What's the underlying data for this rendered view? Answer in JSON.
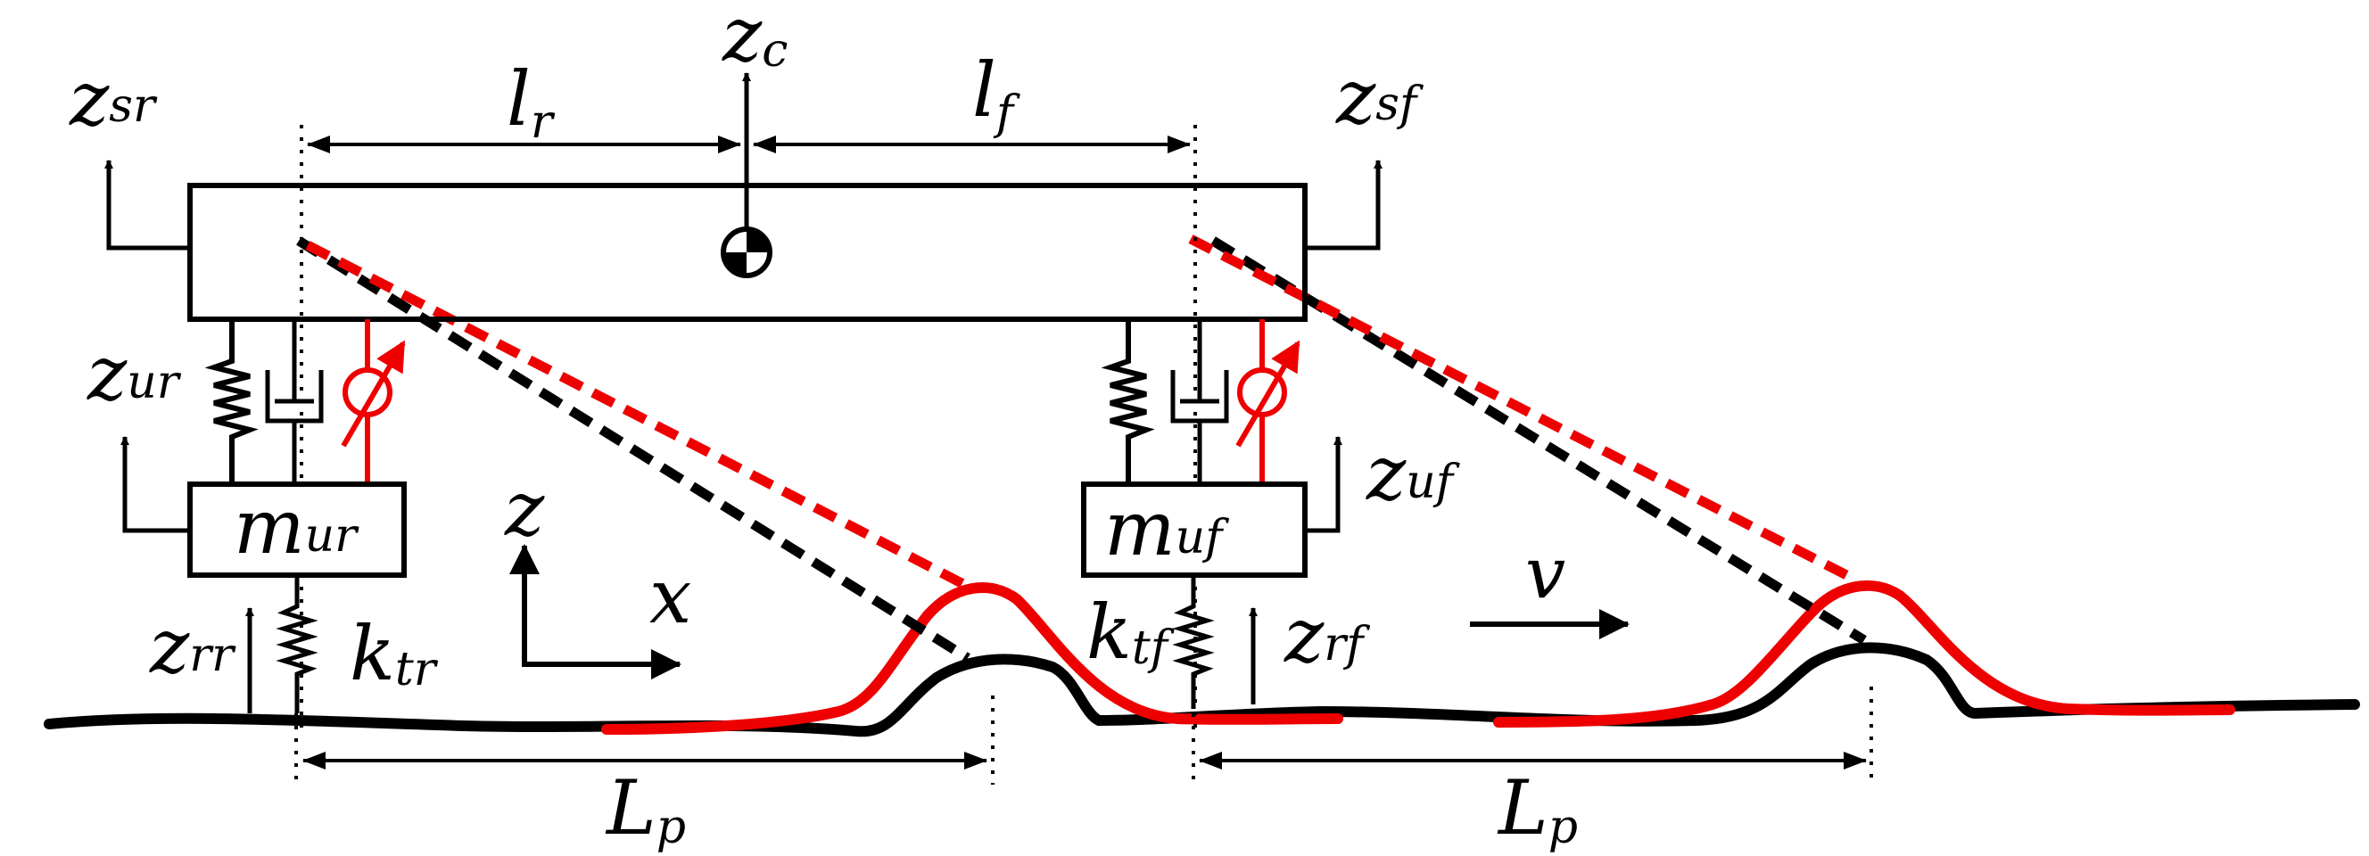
{
  "colors": {
    "ink": "#000000",
    "active": "#ee0000"
  },
  "labels": {
    "z_c": {
      "base": "z",
      "sub": "c"
    },
    "l_r": {
      "base": "l",
      "sub": "r"
    },
    "l_f": {
      "base": "l",
      "sub": "f"
    },
    "z_sr": {
      "base": "z",
      "sub": "sr"
    },
    "z_sf": {
      "base": "z",
      "sub": "sf"
    },
    "z_ur": {
      "base": "z",
      "sub": "ur"
    },
    "z_uf": {
      "base": "z",
      "sub": "uf"
    },
    "m_ur": {
      "base": "m",
      "sub": "ur"
    },
    "m_uf": {
      "base": "m",
      "sub": "uf"
    },
    "k_tr": {
      "base": "k",
      "sub": "tr"
    },
    "k_tf": {
      "base": "k",
      "sub": "tf"
    },
    "z_rr": {
      "base": "z",
      "sub": "rr"
    },
    "z_rf": {
      "base": "z",
      "sub": "rf"
    },
    "axis_z": "z",
    "axis_x": "x",
    "velocity": "v",
    "L_p_rear": {
      "base": "L",
      "sub": "p"
    },
    "L_p_front": {
      "base": "L",
      "sub": "p"
    }
  }
}
